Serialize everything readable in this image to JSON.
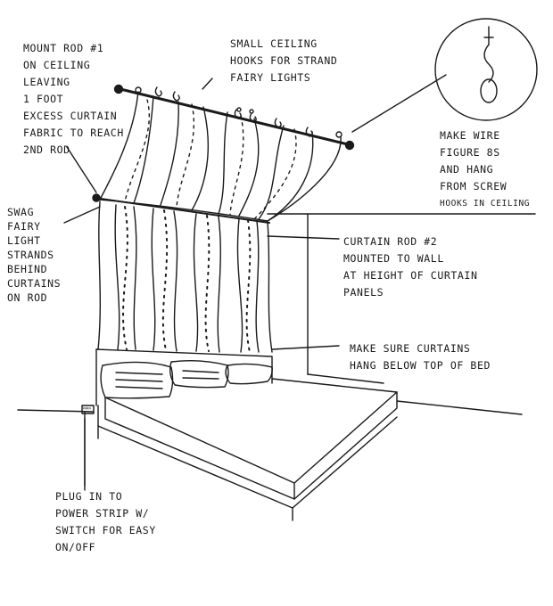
{
  "annotations": {
    "mount_rod": [
      "Mount Rod #1",
      "on ceiling",
      "leaving",
      "1 foot",
      "excess curtain",
      "fabric to reach",
      "2nd rod"
    ],
    "ceiling_hooks": [
      "small ceiling",
      "hooks for strand",
      "fairy lights"
    ],
    "wire_figure": [
      "make wire",
      "figure 8s",
      "and hang",
      "from screw",
      "hooks in ceiling"
    ],
    "swag_lights": [
      "swag",
      "fairy",
      "light",
      "strands",
      "behind",
      "curtains",
      "on rod"
    ],
    "curtain_rod_2": [
      "Curtain rod #2",
      "mounted to wall",
      "at height of curtain",
      "panels"
    ],
    "below_bed": [
      "make sure curtains",
      "hang below top of bed"
    ],
    "plug_in": [
      "plug in to",
      "power strip w/",
      "switch for easy",
      "on/off"
    ]
  },
  "outlet_label": "▭▭"
}
